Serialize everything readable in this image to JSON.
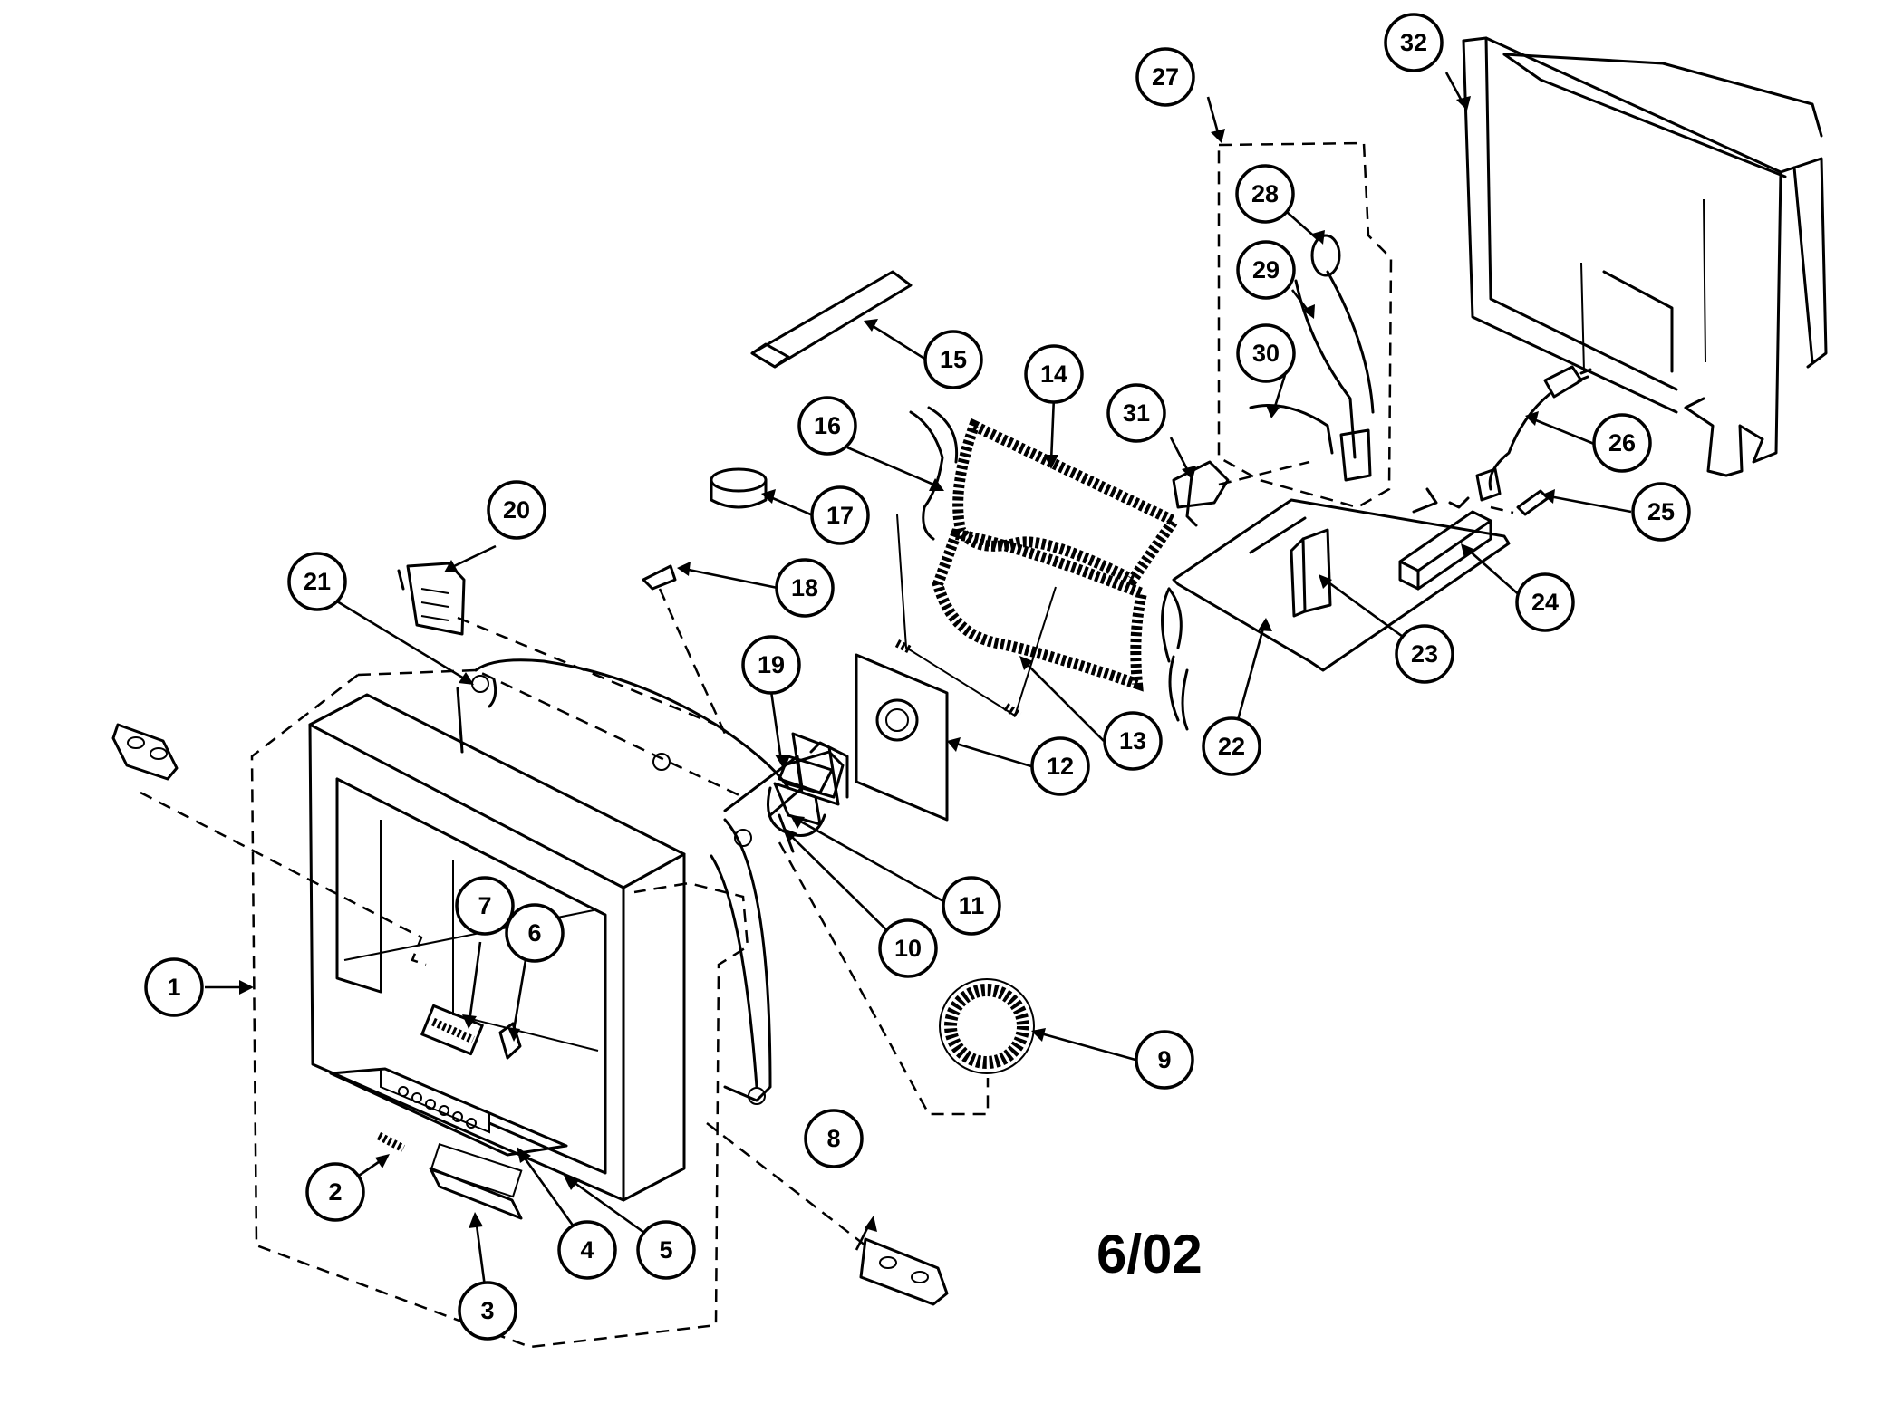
{
  "date_code": "6/02",
  "callouts": [
    {
      "n": "1"
    },
    {
      "n": "2"
    },
    {
      "n": "3"
    },
    {
      "n": "4"
    },
    {
      "n": "5"
    },
    {
      "n": "6"
    },
    {
      "n": "7"
    },
    {
      "n": "8"
    },
    {
      "n": "9"
    },
    {
      "n": "10"
    },
    {
      "n": "11"
    },
    {
      "n": "12"
    },
    {
      "n": "13"
    },
    {
      "n": "14"
    },
    {
      "n": "15"
    },
    {
      "n": "16"
    },
    {
      "n": "17"
    },
    {
      "n": "18"
    },
    {
      "n": "19"
    },
    {
      "n": "20"
    },
    {
      "n": "21"
    },
    {
      "n": "22"
    },
    {
      "n": "23"
    },
    {
      "n": "24"
    },
    {
      "n": "25"
    },
    {
      "n": "26"
    },
    {
      "n": "27"
    },
    {
      "n": "28"
    },
    {
      "n": "29"
    },
    {
      "n": "30"
    },
    {
      "n": "31"
    },
    {
      "n": "32"
    }
  ]
}
